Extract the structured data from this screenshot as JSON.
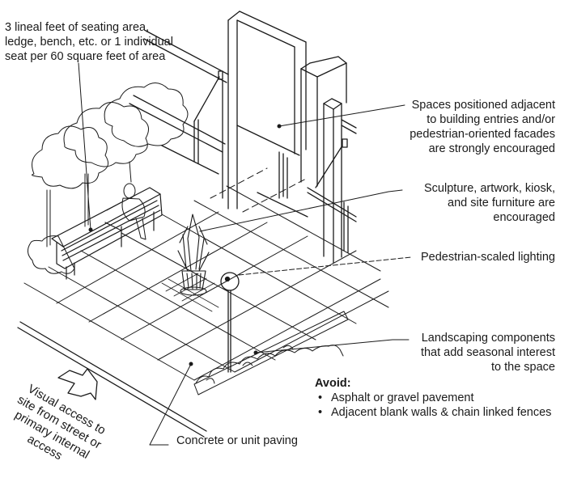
{
  "figure": {
    "subject": "Plaza / outdoor space design guidelines illustration",
    "callouts": {
      "seating": [
        "3 lineal feet of seating area,",
        "ledge, bench, etc. or 1 individual",
        "seat per 60 square feet of area"
      ],
      "adjacent_spaces": [
        "Spaces positioned adjacent",
        "to building entries and/or",
        "pedestrian-oriented facades",
        "are strongly encouraged"
      ],
      "sculpture": [
        "Sculpture, artwork, kiosk,",
        "and site furniture are",
        "encouraged"
      ],
      "lighting": [
        "Pedestrian-scaled lighting"
      ],
      "landscaping": [
        "Landscaping components",
        "that add seasonal interest",
        "to the space"
      ],
      "paving": [
        "Concrete or unit paving"
      ],
      "visual_access": [
        "Visual access to",
        "site from street or",
        "primary internal",
        "access"
      ]
    },
    "avoid": {
      "title": "Avoid:",
      "items": [
        "Asphalt or gravel pavement",
        "Adjacent blank walls & chain linked fences"
      ]
    },
    "icons": {
      "direction_arrow": "arrow-up-right-outline"
    },
    "colors": {
      "ink": "#1a1a1a",
      "background": "#ffffff"
    }
  }
}
